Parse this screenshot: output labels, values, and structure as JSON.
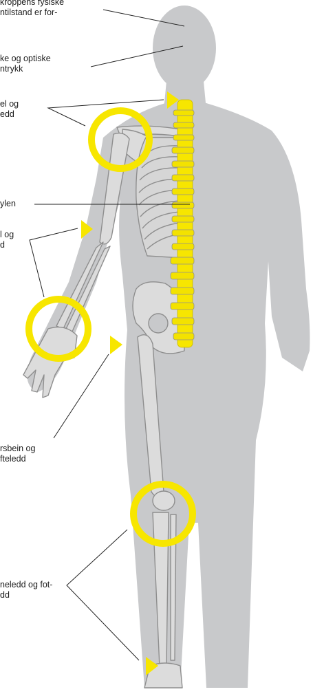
{
  "labels": {
    "sensory": [
      "kroppens fysiske",
      "ntilstand er for-"
    ],
    "optic": [
      "ke og optiske",
      "ntrykk"
    ],
    "shoulder": [
      "el og",
      "edd"
    ],
    "spine": [
      "ylen"
    ],
    "elbow": [
      "l og",
      "d"
    ],
    "hip": [
      "rsbein og",
      "fteledd"
    ],
    "knee_ankle": [
      "neledd og fot-",
      "dd"
    ]
  },
  "colors": {
    "body": "#c8c9cb",
    "bone": "#dcdcdc",
    "bone_outline": "#8e8e8e",
    "highlight": "#f7e600",
    "leader": "#222222"
  },
  "icons": [
    "ring-marker",
    "triangle-pointer"
  ]
}
